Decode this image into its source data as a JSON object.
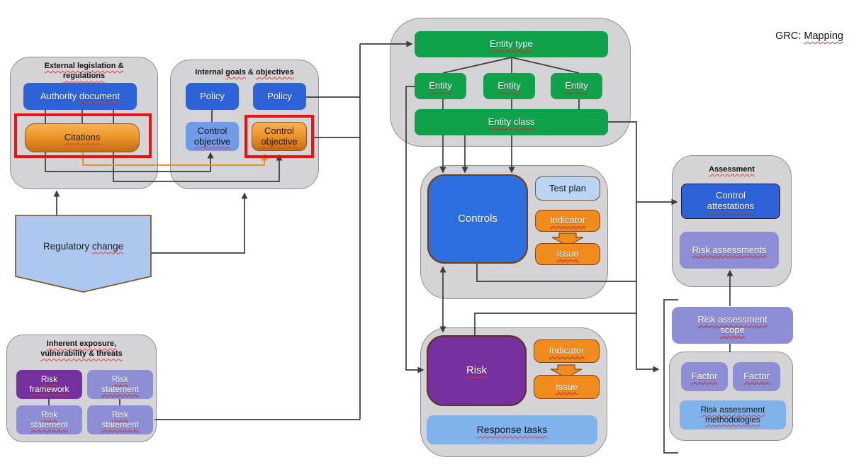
{
  "page_title": {
    "prefix": "GRC: ",
    "emphasis": "Mapping"
  },
  "external": {
    "title_line1": "External legislation &",
    "title_line2": "regulations",
    "authority_document": {
      "prefix": "Authority ",
      "emphasis": "document"
    },
    "citations": "Citations"
  },
  "internal": {
    "title": {
      "p1": "Internal ",
      "w1": "goals",
      "p2": " & ",
      "w2": "objectives"
    },
    "policy_left": "Policy",
    "policy_right": "Policy",
    "control_objective_left": {
      "line1": "Control",
      "line2": "objective"
    },
    "control_objective_right": {
      "line1": "Control",
      "line2": "objective"
    }
  },
  "regulatory_change": {
    "prefix": "Regulatory ",
    "emphasis": "change"
  },
  "entity_group": {
    "entity_type": "Entity type",
    "entities": [
      "Entity",
      "Entity",
      "Entity"
    ],
    "entity_class": "Entity class"
  },
  "controls_group": {
    "controls": "Controls",
    "test_plan": "Test plan",
    "indicator": "Indicator",
    "issue": "Issue"
  },
  "risk_group": {
    "risk": "Risk",
    "indicator": "Indicator",
    "issue": "Issue",
    "response_tasks": "Response tasks"
  },
  "assessment": {
    "title": "Assessment",
    "control_attestations": {
      "line1": "Control",
      "line2": "attestations"
    },
    "risk_assessments": "Risk assessments"
  },
  "risk_assessment_scope": {
    "line1": "Risk assessment",
    "line2": "scope"
  },
  "factors_group": {
    "factor_left": "Factor",
    "factor_right": "Factor",
    "methodologies": {
      "line1": "Risk assessment",
      "line2": "methodologies"
    }
  },
  "inherent": {
    "title_line1": "Inherent exposure,",
    "title_line2": "vulnerability & threats",
    "risk_framework": {
      "line1": "Risk",
      "line2": "framework"
    },
    "risk_statement_top": {
      "line1": "Risk",
      "line2": "statement"
    },
    "risk_statement_bottom_left": {
      "line1": "Risk",
      "line2": "statement"
    },
    "risk_statement_bottom_right": {
      "line1": "Risk",
      "line2": "statement"
    }
  },
  "colors": {
    "container_gray": "#d4d3d6",
    "green": "#0fa24a",
    "blue": "#2d62d8",
    "controls_blue": "#2e6fe0",
    "light_control_blue": "#6f9be8",
    "orange": "#f08b1d",
    "purple": "#77309f",
    "lavender": "#8e8ed6",
    "cornflower": "#80b2ec",
    "pale_blue": "#b9d5f3",
    "regulatory_blue": "#adc8ee",
    "highlight_red": "#ee1111",
    "connector_orange": "#e8922a",
    "connector_black": "#3c3c3c"
  }
}
